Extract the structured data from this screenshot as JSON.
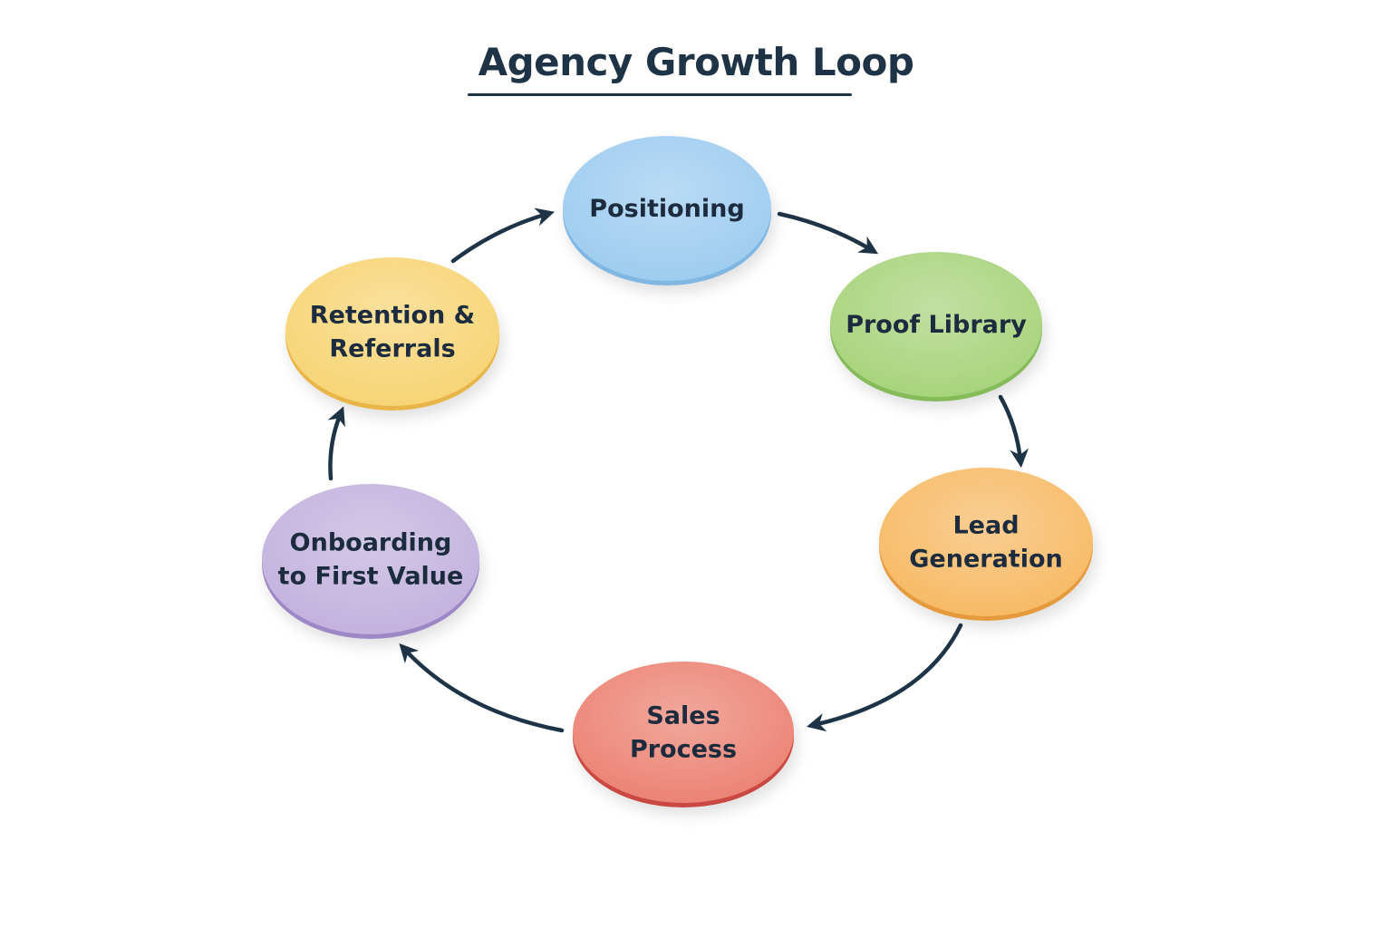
{
  "title": "Agency Growth Loop",
  "colors": {
    "text": "#1c2b3d",
    "arrow": "#1f3347"
  },
  "nodes": [
    {
      "id": "positioning",
      "lines": [
        "Positioning"
      ],
      "fill": "#9fcdf0",
      "edge": "#7fb6e2"
    },
    {
      "id": "proof-library",
      "lines": [
        "Proof Library"
      ],
      "fill": "#a9d47e",
      "edge": "#86bb5c"
    },
    {
      "id": "lead-generation",
      "lines": [
        "Lead",
        "Generation"
      ],
      "fill": "#f7bb68",
      "edge": "#e59a3c"
    },
    {
      "id": "sales-process",
      "lines": [
        "Sales",
        "Process"
      ],
      "fill": "#ec8576",
      "edge": "#c94a43"
    },
    {
      "id": "onboarding",
      "lines": [
        "Onboarding",
        "to First Value"
      ],
      "fill": "#c3b3de",
      "edge": "#9d88c6"
    },
    {
      "id": "retention-referrals",
      "lines": [
        "Retention &",
        "Referrals"
      ],
      "fill": "#f7d577",
      "edge": "#e8b548"
    }
  ],
  "edges": [
    {
      "from": "positioning",
      "to": "proof-library"
    },
    {
      "from": "proof-library",
      "to": "lead-generation"
    },
    {
      "from": "lead-generation",
      "to": "sales-process"
    },
    {
      "from": "sales-process",
      "to": "onboarding"
    },
    {
      "from": "onboarding",
      "to": "retention-referrals"
    },
    {
      "from": "retention-referrals",
      "to": "positioning"
    }
  ]
}
